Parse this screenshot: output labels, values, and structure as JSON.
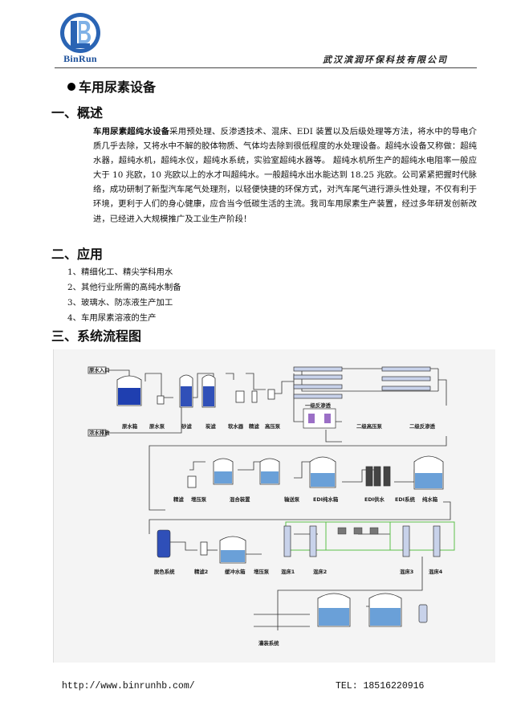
{
  "header": {
    "brand": "BinRun",
    "company": "武汉滨润环保科技有限公司"
  },
  "doc_title": "车用尿素设备",
  "section1": {
    "title": "一、概述",
    "lead": "车用尿素超纯水设备",
    "body": "采用预处理、反渗透技术、混床、EDI 装置以及后级处理等方法，将水中的导电介质几乎去除，又将水中不解的胶体物质、气体均去除到很低程度的水处理设备。超纯水设备又称做：超纯水器，超纯水机，超纯水仪，超纯水系统，实验室超纯水器等。 超纯水机所生产的超纯水电阻率一般应大于 10 兆欧，10 兆欧以上的水才叫超纯水。一般超纯水出水能达到 18.25 兆欧。公司紧紧把握时代脉络，成功研制了新型汽车尾气处理剂，以轻便快捷的环保方式，对汽车尾气进行源头性处理，不仅有利于环境，更利于人们的身心健康，应合当今低碳生活的主流。我司车用尿素生产装置，经过多年研发创新改进，已经进入大规模推广及工业生产阶段！"
  },
  "section2": {
    "title": "二、应用",
    "items": [
      "1、精细化工、精尖学科用水",
      "2、其他行业所需的高纯水制备",
      "3、玻璃水、防冻液生产加工",
      "4、车用尿素溶液的生产"
    ]
  },
  "section3": {
    "title": "三、系统流程图"
  },
  "diagram": {
    "row1": [
      "原水箱",
      "原水泵",
      "砂滤",
      "炭滤",
      "软水器",
      "精滤",
      "高压泵",
      "一级反渗透",
      "二级高压泵",
      "二级反渗透"
    ],
    "row2": [
      "精滤",
      "增压泵",
      "混合装置",
      "输送泵",
      "EDI纯水箱",
      "EDI供水",
      "EDI系统",
      "纯水箱"
    ],
    "row3": [
      "脱色系统",
      "精滤2",
      "缓冲水箱",
      "增压泵",
      "混床1",
      "混床2",
      "混床3",
      "混床4"
    ],
    "row4": [
      "灌装系统"
    ],
    "inlet_label": "原水入口",
    "outlet_label": "浓水排放"
  },
  "footer": {
    "url": "http://www.binrunhb.com/",
    "tel": "TEL: 18516220916"
  }
}
